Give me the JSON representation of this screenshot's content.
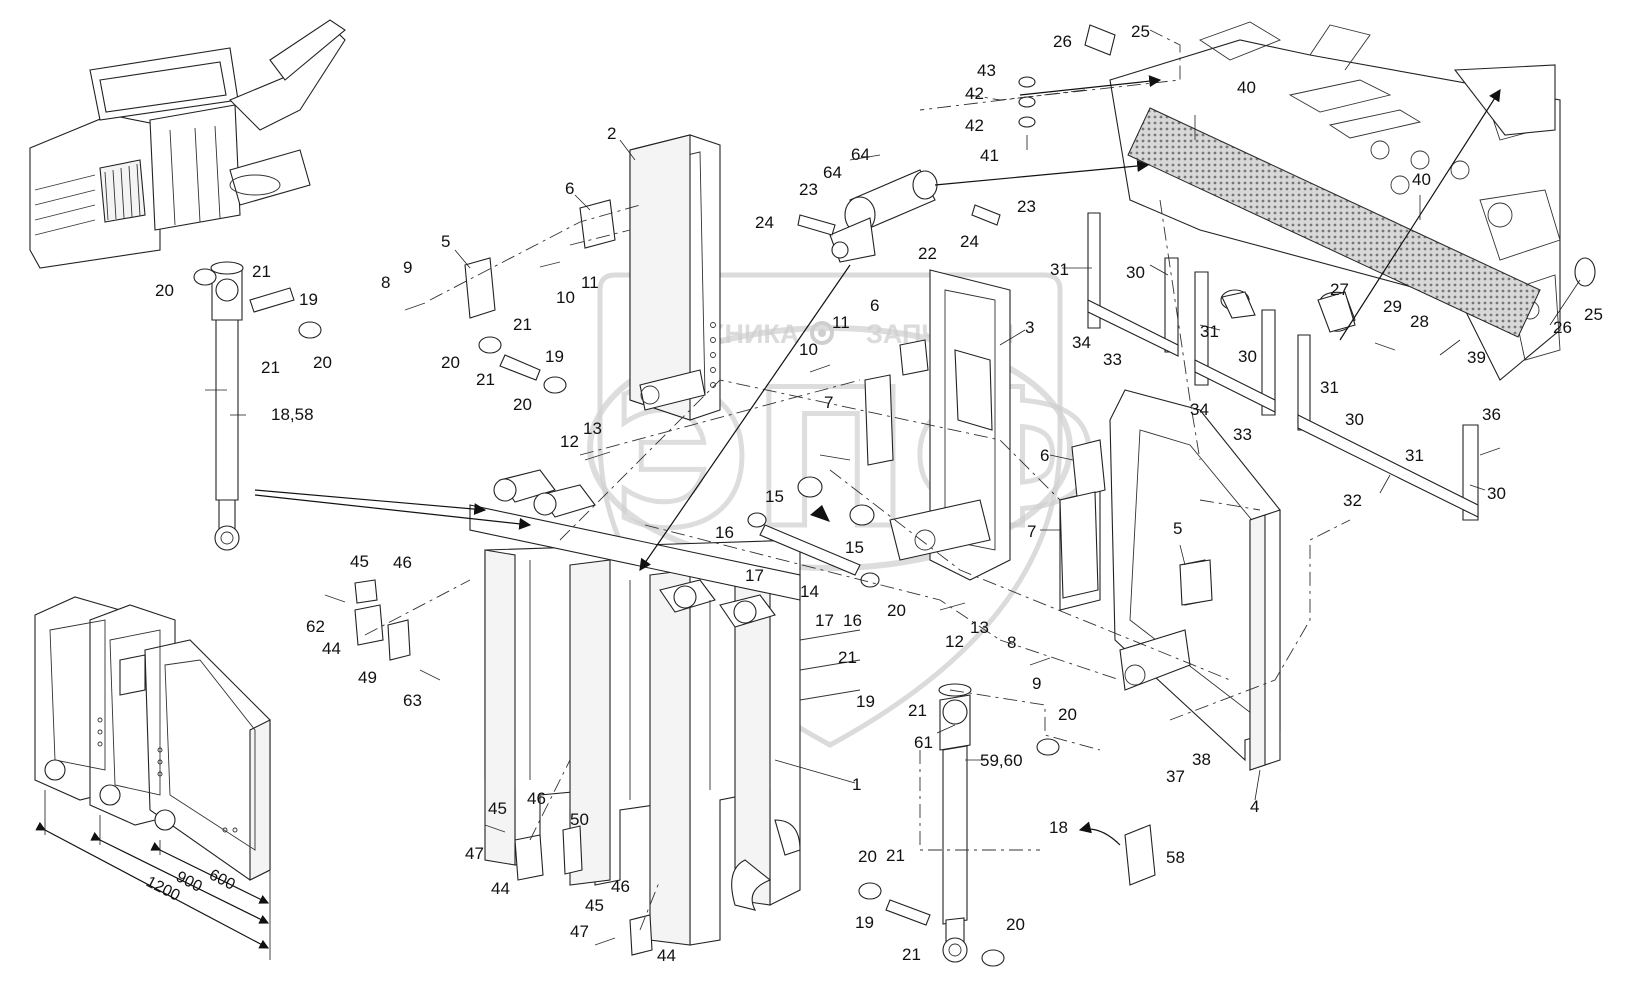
{
  "watermark": {
    "left": "ТЕХНИКА",
    "right": "ЗАПЧАСТИ",
    "logo": "ЭПФ",
    "color": "#cccccc"
  },
  "callouts": [
    {
      "id": "c2",
      "text": "2"
    },
    {
      "id": "c6a",
      "text": "6"
    },
    {
      "id": "c5a",
      "text": "5"
    },
    {
      "id": "c9a",
      "text": "9"
    },
    {
      "id": "c8a",
      "text": "8"
    },
    {
      "id": "c10a",
      "text": "10"
    },
    {
      "id": "c11a",
      "text": "11"
    },
    {
      "id": "c21a",
      "text": "21"
    },
    {
      "id": "c19a",
      "text": "19"
    },
    {
      "id": "c20a",
      "text": "20"
    },
    {
      "id": "c20b",
      "text": "20"
    },
    {
      "id": "c21b",
      "text": "21"
    },
    {
      "id": "c20c",
      "text": "20"
    },
    {
      "id": "c18_58",
      "text": "18,58"
    },
    {
      "id": "c21c",
      "text": "21"
    },
    {
      "id": "c19b",
      "text": "19"
    },
    {
      "id": "c20d",
      "text": "20"
    },
    {
      "id": "c21d",
      "text": "21"
    },
    {
      "id": "c20e",
      "text": "20"
    },
    {
      "id": "c12a",
      "text": "12"
    },
    {
      "id": "c13a",
      "text": "13"
    },
    {
      "id": "c64a",
      "text": "64"
    },
    {
      "id": "c64b",
      "text": "64"
    },
    {
      "id": "c23a",
      "text": "23"
    },
    {
      "id": "c24a",
      "text": "24"
    },
    {
      "id": "c22",
      "text": "22"
    },
    {
      "id": "c23b",
      "text": "23"
    },
    {
      "id": "c24b",
      "text": "24"
    },
    {
      "id": "c26a",
      "text": "26"
    },
    {
      "id": "c25a",
      "text": "25"
    },
    {
      "id": "c43",
      "text": "43"
    },
    {
      "id": "c42a",
      "text": "42"
    },
    {
      "id": "c42b",
      "text": "42"
    },
    {
      "id": "c41",
      "text": "41"
    },
    {
      "id": "c40a",
      "text": "40"
    },
    {
      "id": "c40b",
      "text": "40"
    },
    {
      "id": "c31a",
      "text": "31"
    },
    {
      "id": "c30a",
      "text": "30"
    },
    {
      "id": "c34a",
      "text": "34"
    },
    {
      "id": "c33a",
      "text": "33"
    },
    {
      "id": "c27",
      "text": "27"
    },
    {
      "id": "c29",
      "text": "29"
    },
    {
      "id": "c28",
      "text": "28"
    },
    {
      "id": "c25b",
      "text": "25"
    },
    {
      "id": "c26b",
      "text": "26"
    },
    {
      "id": "c39",
      "text": "39"
    },
    {
      "id": "c31b",
      "text": "31"
    },
    {
      "id": "c30b",
      "text": "30"
    },
    {
      "id": "c34b",
      "text": "34"
    },
    {
      "id": "c33b",
      "text": "33"
    },
    {
      "id": "c31c",
      "text": "31"
    },
    {
      "id": "c30c",
      "text": "30"
    },
    {
      "id": "c36",
      "text": "36"
    },
    {
      "id": "c31d",
      "text": "31"
    },
    {
      "id": "c32",
      "text": "32"
    },
    {
      "id": "c30d",
      "text": "30"
    },
    {
      "id": "c6b",
      "text": "6"
    },
    {
      "id": "c11b",
      "text": "11"
    },
    {
      "id": "c10b",
      "text": "10"
    },
    {
      "id": "c3",
      "text": "3"
    },
    {
      "id": "c7a",
      "text": "7"
    },
    {
      "id": "c6c",
      "text": "6"
    },
    {
      "id": "c7b",
      "text": "7"
    },
    {
      "id": "c5b",
      "text": "5"
    },
    {
      "id": "c15a",
      "text": "15"
    },
    {
      "id": "c15b",
      "text": "15"
    },
    {
      "id": "c16a",
      "text": "16"
    },
    {
      "id": "c17a",
      "text": "17"
    },
    {
      "id": "c14",
      "text": "14"
    },
    {
      "id": "c17b",
      "text": "17"
    },
    {
      "id": "c16b",
      "text": "16"
    },
    {
      "id": "c45a",
      "text": "45"
    },
    {
      "id": "c46a",
      "text": "46"
    },
    {
      "id": "c62",
      "text": "62"
    },
    {
      "id": "c44a",
      "text": "44"
    },
    {
      "id": "c49",
      "text": "49"
    },
    {
      "id": "c63",
      "text": "63"
    },
    {
      "id": "c20f",
      "text": "20"
    },
    {
      "id": "c12b",
      "text": "12"
    },
    {
      "id": "c13b",
      "text": "13"
    },
    {
      "id": "c21e",
      "text": "21"
    },
    {
      "id": "c19c",
      "text": "19"
    },
    {
      "id": "c21f",
      "text": "21"
    },
    {
      "id": "c8b",
      "text": "8"
    },
    {
      "id": "c9b",
      "text": "9"
    },
    {
      "id": "c61",
      "text": "61"
    },
    {
      "id": "c59_60",
      "text": "59,60"
    },
    {
      "id": "c20g",
      "text": "20"
    },
    {
      "id": "c1",
      "text": "1"
    },
    {
      "id": "c37",
      "text": "37"
    },
    {
      "id": "c38",
      "text": "38"
    },
    {
      "id": "c4",
      "text": "4"
    },
    {
      "id": "c45b",
      "text": "45"
    },
    {
      "id": "c46b",
      "text": "46"
    },
    {
      "id": "c50",
      "text": "50"
    },
    {
      "id": "c47a",
      "text": "47"
    },
    {
      "id": "c44b",
      "text": "44"
    },
    {
      "id": "c46c",
      "text": "46"
    },
    {
      "id": "c45c",
      "text": "45"
    },
    {
      "id": "c47b",
      "text": "47"
    },
    {
      "id": "c44c",
      "text": "44"
    },
    {
      "id": "c18",
      "text": "18"
    },
    {
      "id": "c58",
      "text": "58"
    },
    {
      "id": "c20h",
      "text": "20"
    },
    {
      "id": "c21g",
      "text": "21"
    },
    {
      "id": "c19d",
      "text": "19"
    },
    {
      "id": "c21h",
      "text": "21"
    },
    {
      "id": "c20i",
      "text": "20"
    }
  ],
  "dimensions": {
    "d600": "600",
    "d900": "900",
    "d1200": "1200"
  }
}
